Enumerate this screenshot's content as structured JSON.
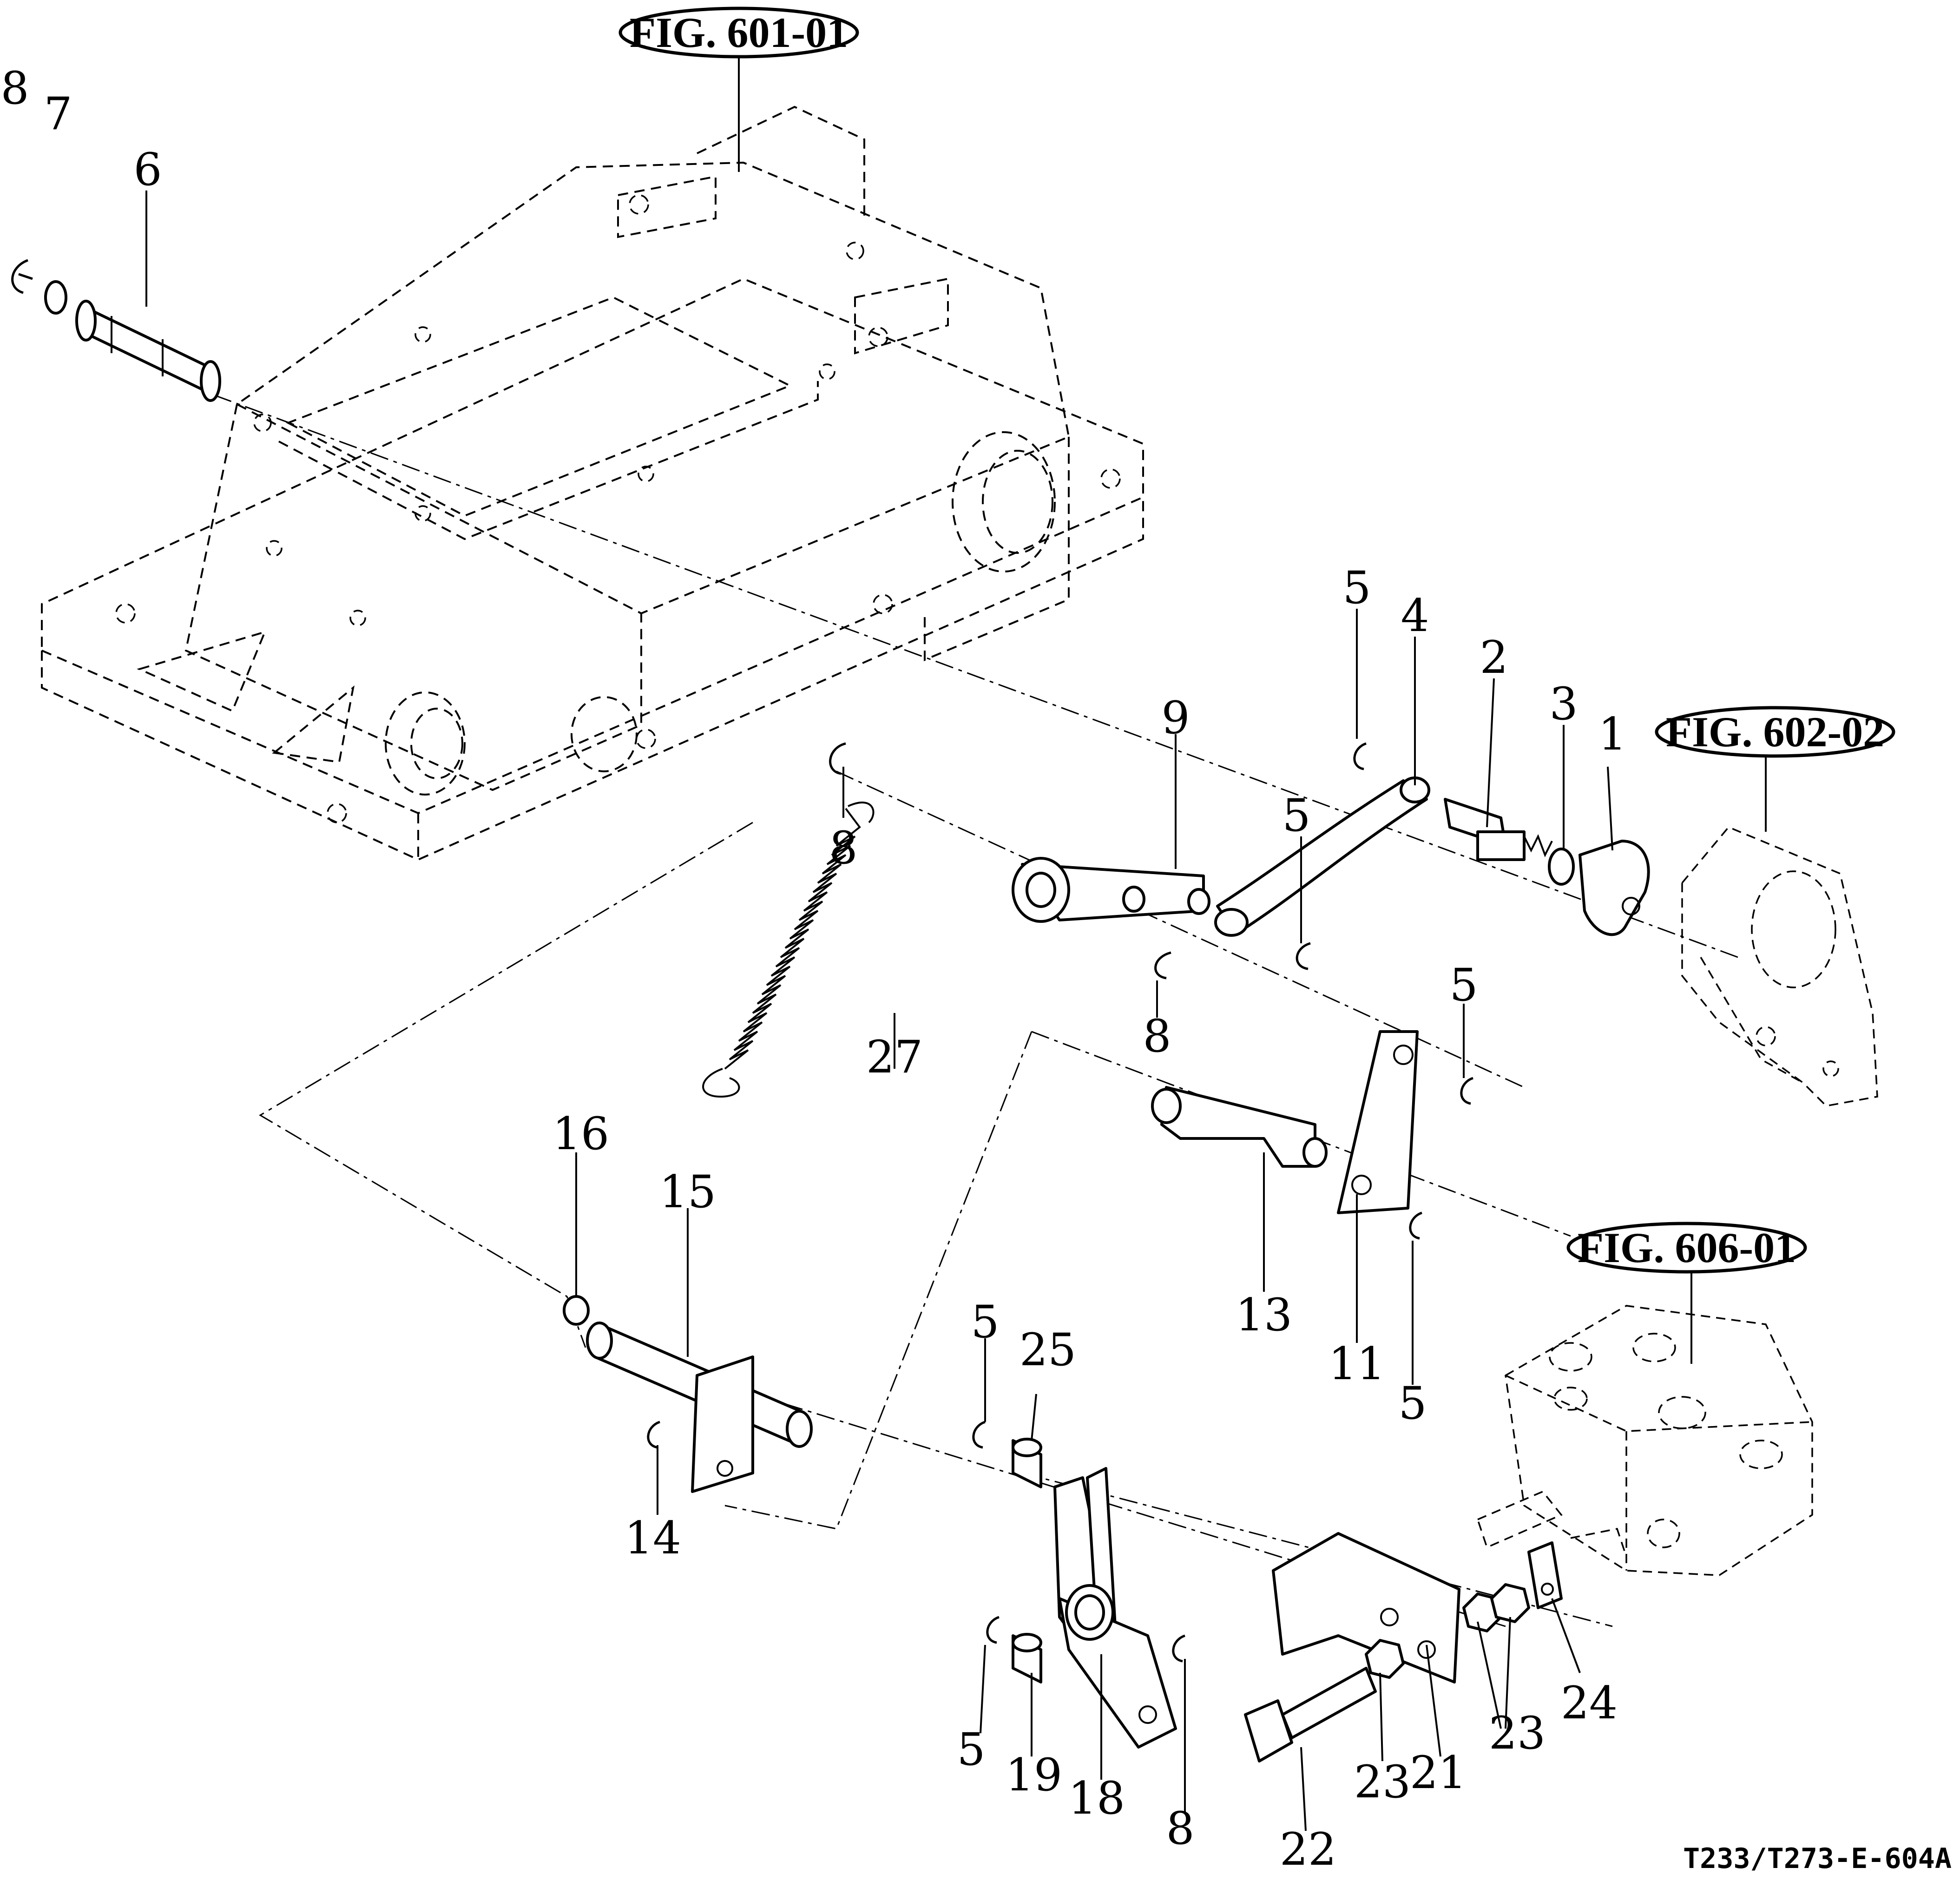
{
  "figure_code": "T233/T273-E-604A",
  "references": {
    "housing": "FIG. 601-01",
    "bracket": "FIG. 602-02",
    "valve": "FIG. 606-01"
  },
  "callouts": {
    "p1": "1",
    "p2": "2",
    "p3": "3",
    "p4": "4",
    "p5a": "5",
    "p5b": "5",
    "p5c": "5",
    "p5d": "5",
    "p5e": "5",
    "p5f": "5",
    "p6": "6",
    "p7": "7",
    "p8a": "8",
    "p8b": "8",
    "p8c": "8",
    "p8d": "8",
    "p9": "9",
    "p11": "11",
    "p13": "13",
    "p14": "14",
    "p15": "15",
    "p16": "16",
    "p18": "18",
    "p19": "19",
    "p21": "21",
    "p22": "22",
    "p23a": "23",
    "p23b": "23",
    "p24": "24",
    "p25": "25",
    "p27": "27"
  }
}
